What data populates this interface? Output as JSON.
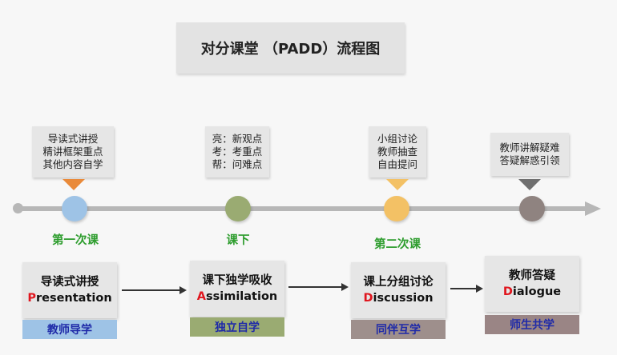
{
  "title": "对分课堂 （PADD）流程图",
  "notes": [
    {
      "lines": [
        "导读式讲授",
        "精讲框架重点",
        "其他内容自学"
      ]
    },
    {
      "lines": [
        "亮：新观点",
        "考：考重点",
        "帮：问难点"
      ]
    },
    {
      "lines": [
        "小组讨论",
        "教师抽查",
        "自由提问"
      ]
    },
    {
      "lines": [
        "教师讲解疑难",
        "答疑解惑引领"
      ]
    }
  ],
  "stage_labels": [
    "第一次课",
    "课下",
    "第二次课"
  ],
  "stages": [
    {
      "zh": "导读式讲授",
      "en_first": "P",
      "en_rest": "resentation",
      "band": "教师导学",
      "band_color": "#9ec3e6",
      "dot_color": "#9ec3e6",
      "tri_color": "#e98a3a"
    },
    {
      "zh": "课下独学吸收",
      "en_first": "A",
      "en_rest": "ssimilation",
      "band": "独立自学",
      "band_color": "#9aab72",
      "dot_color": "#9aab72",
      "tri_color": "#6f8a3e"
    },
    {
      "zh": "课上分组讨论",
      "en_first": "D",
      "en_rest": "iscussion",
      "band": "同伴互学",
      "band_color": "#9e8f8c",
      "dot_color": "#f3c165",
      "tri_color": "#f3c165"
    },
    {
      "zh": "教师答疑",
      "en_first": "D",
      "en_rest": "ialogue",
      "band": "师生共学",
      "band_color": "#9a8585",
      "dot_color": "#8f8380",
      "tri_color": "#6f6f6f"
    }
  ],
  "colors": {
    "timeline": "#b7b7b7",
    "stage_label": "#2e9d2e",
    "band_text": "#1f2aa8",
    "initial_letter": "#e0161e"
  }
}
